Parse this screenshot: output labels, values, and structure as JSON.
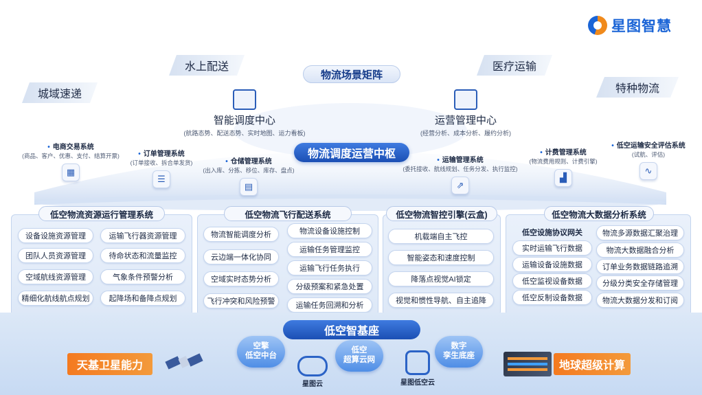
{
  "brand": {
    "name": "星图智慧"
  },
  "scenarios": {
    "title": "物流场景矩阵",
    "items": [
      "城域速递",
      "水上配送",
      "医疗运输",
      "特种物流"
    ]
  },
  "centers": [
    {
      "name": "智能调度中心",
      "sub": "(航路态势、配送态势、实时地图、运力看板)"
    },
    {
      "name": "运营管理中心",
      "sub": "(经营分析、成本分析、履约分析)"
    }
  ],
  "hub": "物流调度运营中枢",
  "systems": [
    {
      "name": "电商交易系统",
      "sub": "(商品、客户、优惠、支付、结算开票)"
    },
    {
      "name": "订单管理系统",
      "sub": "(订单接收、拆合单发货)"
    },
    {
      "name": "仓储管理系统",
      "sub": "(出入库、分拣、移位、库存、盘点)"
    },
    {
      "name": "运输管理系统",
      "sub": "(委托接收、航线规划、任务分发、执行监控)"
    },
    {
      "name": "计费管理系统",
      "sub": "(物流费用规则、计费引擎)"
    },
    {
      "name": "低空运输安全评估系统",
      "sub": "(试航、评估)"
    }
  ],
  "panels": [
    {
      "title": "低空物流资源运行管理系统",
      "items": [
        "设备设施资源管理",
        "运输飞行器资源管理",
        "团队人员资源管理",
        "待命状态和流量监控",
        "空域航线资源管理",
        "气象条件预警分析",
        "精细化航线航点规划",
        "起降场和备降点规划"
      ]
    },
    {
      "title": "低空物流飞行配送系统",
      "items": [
        "物流智能调度分析",
        "物流设备设施控制",
        "云边端一体化协同",
        "运输任务管理监控",
        "空域实时态势分析",
        "运输飞行任务执行",
        "分级预案和紧急处置",
        "飞行冲突和风险预警",
        "运输任务回溯和分析"
      ]
    },
    {
      "title": "低空物流智控引擎(云盒)",
      "items": [
        "机载端自主飞控",
        "智能姿态和速度控制",
        "降落点视觉AI锁定",
        "视觉和惯性导航、自主追降"
      ]
    },
    {
      "title": "低空物流大数据分析系统",
      "left": [
        "低空设施协议网关",
        "实时运输飞行数据",
        "运输设备设施数据",
        "低空监视设备数据",
        "低空反制设备数据"
      ],
      "right": [
        "物流多源数据汇聚治理",
        "物流大数据融合分析",
        "订单业务数据链路追溯",
        "分级分类安全存储管理",
        "物流大数据分发和订阅"
      ]
    }
  ],
  "base": {
    "title": "低空智基座",
    "left_label": "天基卫星能力",
    "right_label": "地球超级计算",
    "clouds": [
      "空擎\n低空中台",
      "低空\n超算云网",
      "数字\n孪生底座"
    ],
    "brands": [
      "星图云",
      "星图低空云"
    ]
  }
}
